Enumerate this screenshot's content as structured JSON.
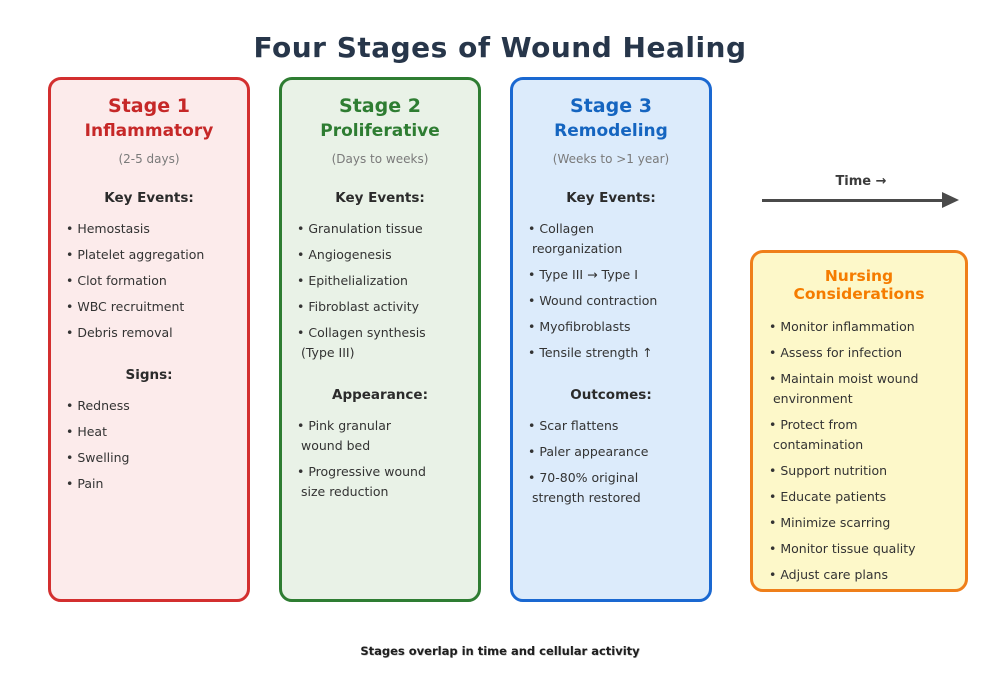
{
  "page": {
    "title": "Four Stages of Wound Healing",
    "title_color": "#27364a",
    "time_label": "Time →",
    "footer": "Stages overlap in time and cellular activity"
  },
  "cards": [
    {
      "stage": "Stage 1",
      "name": "Inflammatory",
      "duration": "(2-5 days)",
      "border": "#d32f2f",
      "background": "#fcebeb",
      "accent": "#c62828",
      "sections": [
        {
          "heading": "Key Events:",
          "items": [
            "• Hemostasis",
            "• Platelet aggregation",
            "• Clot formation",
            "• WBC recruitment",
            "• Debris removal"
          ]
        },
        {
          "heading": "Signs:",
          "items": [
            "• Redness",
            "• Heat",
            "• Swelling",
            "• Pain"
          ]
        }
      ]
    },
    {
      "stage": "Stage 2",
      "name": "Proliferative",
      "duration": "(Days to weeks)",
      "border": "#2e7d32",
      "background": "#e9f2e7",
      "accent": "#2e7d32",
      "sections": [
        {
          "heading": "Key Events:",
          "items": [
            "• Granulation tissue",
            "• Angiogenesis",
            "• Epithelialization",
            "• Fibroblast activity",
            "• Collagen synthesis\n (Type III)"
          ]
        },
        {
          "heading": "Appearance:",
          "items": [
            "• Pink granular\n wound bed",
            "• Progressive wound\n size reduction"
          ]
        }
      ]
    },
    {
      "stage": "Stage 3",
      "name": "Remodeling",
      "duration": "(Weeks to >1 year)",
      "border": "#1a68d1",
      "background": "#dcebfb",
      "accent": "#1565c0",
      "sections": [
        {
          "heading": "Key Events:",
          "items": [
            "• Collagen\n reorganization",
            "• Type III → Type I",
            "• Wound contraction",
            "• Myofibroblasts",
            "• Tensile strength ↑"
          ]
        },
        {
          "heading": "Outcomes:",
          "items": [
            "• Scar flattens",
            "• Paler appearance",
            "• 70-80% original\n strength restored"
          ]
        }
      ]
    }
  ],
  "nursing": {
    "title": "Nursing Considerations",
    "border": "#ef7f1a",
    "background": "#fdf8c9",
    "accent": "#f57c00",
    "items": [
      "• Monitor inflammation",
      "• Assess for infection",
      "• Maintain moist wound\n environment",
      "• Protect from\n contamination",
      "• Support nutrition",
      "• Educate patients",
      "• Minimize scarring",
      "• Monitor tissue quality",
      "• Adjust care plans"
    ]
  }
}
